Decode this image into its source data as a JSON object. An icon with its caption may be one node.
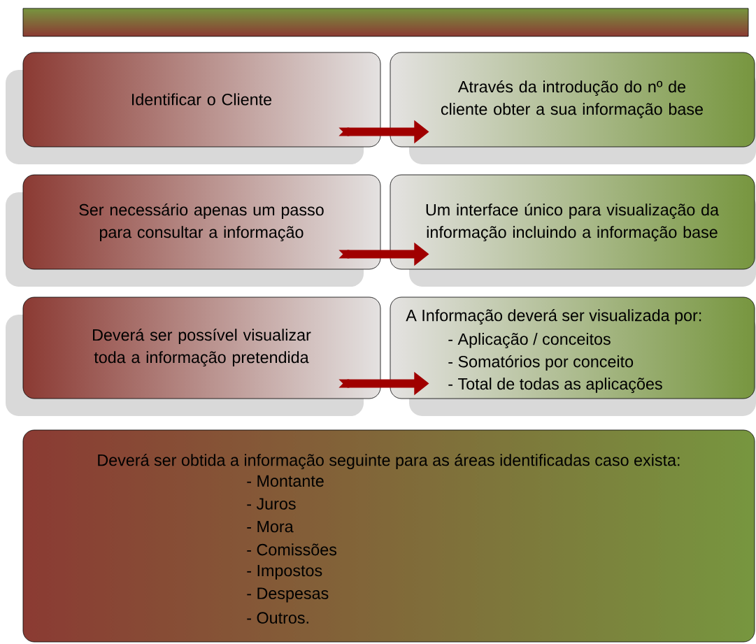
{
  "diagram": {
    "nodes": [
      {
        "text": [],
        "shape": "bar"
      },
      {
        "text": [
          "Identificar o Cliente"
        ]
      },
      {
        "text": [
          "Através da introdução do nº de cliente obter a sua informação base"
        ]
      },
      {
        "text": [
          "Ser necessário apenas um passo para consultar a informação"
        ]
      },
      {
        "text": [
          "Um interface único para visualização da informação incluindo a informação base"
        ]
      },
      {
        "text": [
          "Deverá ser possível visualizar toda a informação pretendida"
        ]
      },
      {
        "text": [
          "A Informação deverá ser visualizada por:",
          "- Aplicação / conceitos",
          "- Somatórios por conceito",
          "- Total de todas as aplicações"
        ]
      },
      {
        "text": [
          "Deverá ser obtida a informação seguinte para as áreas identificadas caso exista:",
          "- Montante",
          "- Juros",
          "- Mora",
          "- Comissões",
          "- Impostos",
          "- Despesas",
          "- Outros."
        ]
      }
    ],
    "edges": [
      {
        "from": 1,
        "to": 2,
        "arrow": "to"
      },
      {
        "from": 3,
        "to": 4,
        "arrow": "to"
      },
      {
        "from": 5,
        "to": 6,
        "arrow": "to"
      }
    ]
  }
}
